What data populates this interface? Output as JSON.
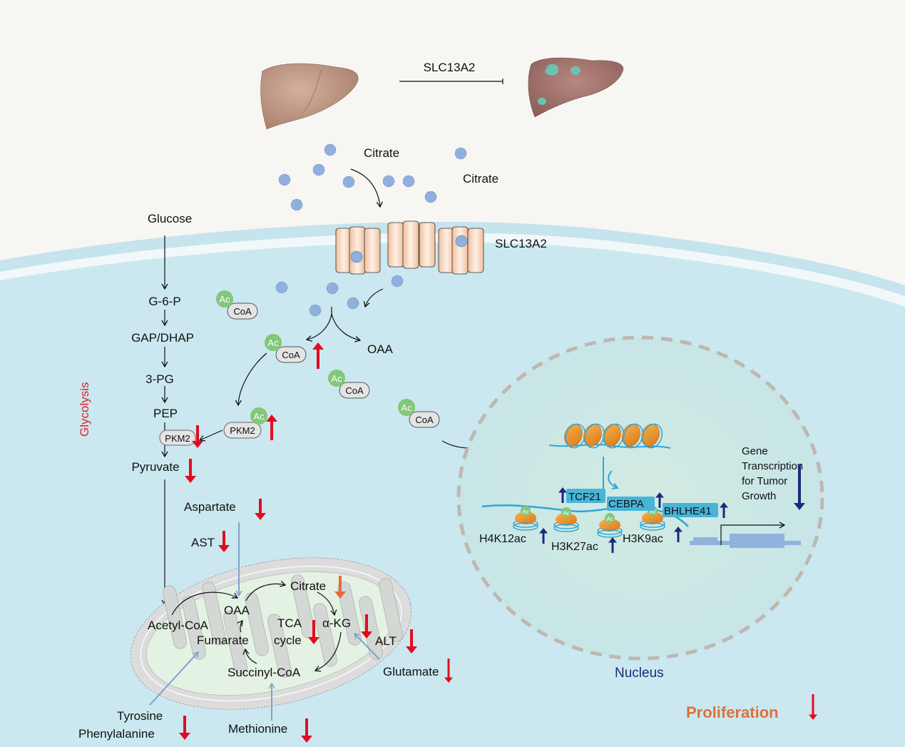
{
  "colors": {
    "extracellular": "#f7f6f2",
    "cytoplasm": "#cbe8f0",
    "membrane_outer": "#c6e4ee",
    "membrane_inner": "#f2f8fa",
    "nucleus_fill": "#c9e6e3",
    "nucleus_border": "#bdb8b0",
    "citrate_dot": "#8fb0de",
    "transporter": "#f3c8a8",
    "acetyl_green": "#82c77a",
    "coa_fill": "#e4e4e4",
    "down_red": "#e10d1f",
    "down_orange": "#e46c3a",
    "up_navy": "#1d2a7a",
    "glycolysis_label": "#e0202a",
    "nucleus_label": "#1d2a7a",
    "proliferation_label": "#e0703a",
    "tf_box": "#48b4d8",
    "histone_orange": "#f09a2a",
    "dna_blue": "#2fa6d8",
    "gene_box": "#8fb3de",
    "mito_outer": "#dcdcdc",
    "mito_matrix": "#e3f2e3",
    "blue_line": "#7fa2cf",
    "liver_normal": "#b98d78",
    "liver_tumor": "#9c6c66",
    "tumor_spot": "#6cc2b2"
  },
  "top": {
    "inhibitor_label": "SLC13A2",
    "normal_liver_icon": "normal-liver",
    "tumor_liver_icon": "tumor-liver"
  },
  "extracellular": {
    "citrate_label_1": "Citrate",
    "citrate_label_2": "Citrate",
    "glucose": "Glucose"
  },
  "membrane": {
    "transporter_label": "SLC13A2"
  },
  "glycolysis": {
    "title": "Glycolysis",
    "steps": [
      "G-6-P",
      "GAP/DHAP",
      "3-PG",
      "PEP"
    ],
    "pkm2": "PKM2",
    "pyruvate": "Pyruvate",
    "acetyl_pkm2": "PKM2"
  },
  "cytoplasm": {
    "ac": "Ac",
    "coa": "CoA",
    "oaa": "OAA",
    "aspartate": "Aspartate",
    "ast": "AST"
  },
  "mitochondria": {
    "acetyl_coa": "Acetyl-CoA",
    "oaa": "OAA",
    "citrate": "Citrate",
    "tca_1": "TCA",
    "tca_2": "cycle",
    "akg": "α-KG",
    "fumarate": "Fumarate",
    "succinyl_coa": "Succinyl-CoA",
    "alt": "ALT",
    "glutamate": "Glutamate",
    "tyrosine": "Tyrosine",
    "phenylalanine": "Phenylalanine",
    "methionine": "Methionine"
  },
  "nucleus": {
    "label": "Nucleus",
    "tf": [
      "TCF21",
      "CEBPA",
      "BHLHE41"
    ],
    "histone_marks": [
      "H4K12ac",
      "H3K27ac",
      "H3K9ac"
    ],
    "gene_text": [
      "Gene",
      "Transcription",
      "for Tumor",
      "Growth"
    ]
  },
  "outcome": {
    "label": "Proliferation"
  }
}
